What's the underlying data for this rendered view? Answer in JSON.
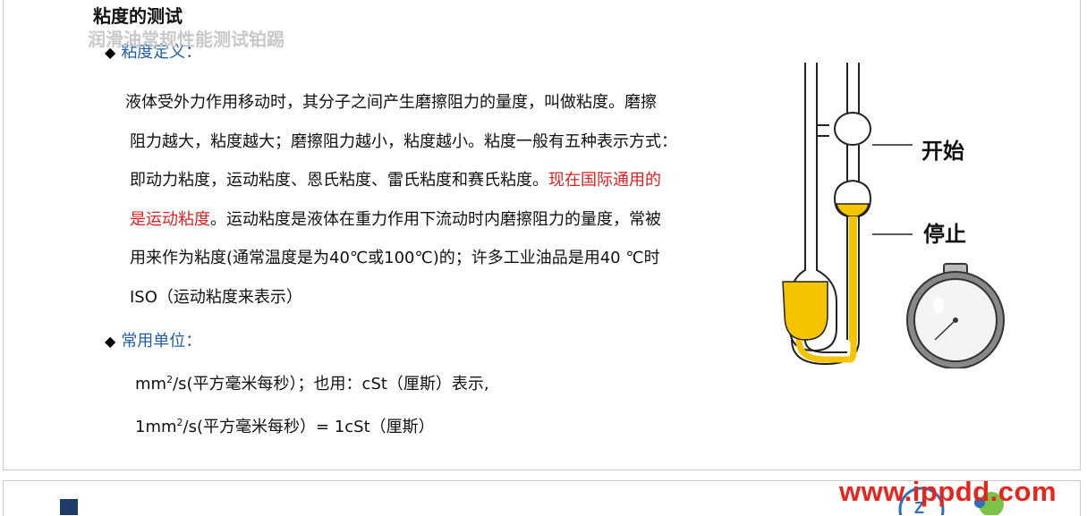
{
  "title": "粘度的测试",
  "definition": {
    "label": "粘度定义：",
    "lines": [
      "液体受外力作用移动时，其分子之间产生磨擦阻力的量度，叫做粘度。磨擦",
      "阻力越大，粘度越大；磨擦阻力越小，粘度越小。粘度一般有五种表示方式：",
      "即动力粘度，运动粘度、恩氏粘度、雷氏粘度和赛氏粘度。",
      "是运动粘度",
      "。运动粘度是液体在重力作用下流动时内磨擦阻力的量度，常被",
      "用来作为粘度(通常温度是为40℃或100℃)的；许多工业油品是用40 ℃时",
      "ISO（运动粘度来表示）"
    ],
    "highlight": "现在国际通用的"
  },
  "units": {
    "label": "常用单位：",
    "line1_pre": "mm",
    "line1_sup": "2",
    "line1_post": "/s(平方毫米每秒）；也用：cSt（厘斯）表示,",
    "line2_pre": "1mm",
    "line2_sup": "2",
    "line2_post": "/s(平方毫米每秒）= 1cSt（厘斯）"
  },
  "figure": {
    "start_label": "开始",
    "stop_label": "停止",
    "liquid_color": "#f5c400"
  },
  "footer": {
    "section_title": "润滑油常规性能测试铂踢",
    "watermark": "www.ippdd.com"
  },
  "colors": {
    "accent": "#1f5fae",
    "highlight": "#e02020"
  }
}
